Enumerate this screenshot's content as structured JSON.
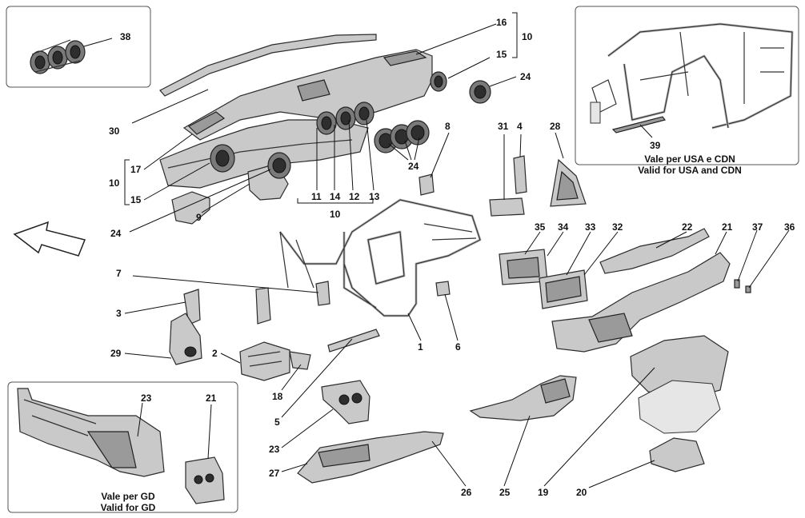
{
  "labels": {
    "n1": "1",
    "n2": "2",
    "n3": "3",
    "n4": "4",
    "n5": "5",
    "n6": "6",
    "n7": "7",
    "n8": "8",
    "n9": "9",
    "n10a": "10",
    "n10b": "10",
    "n10c": "10",
    "n11": "11",
    "n12": "12",
    "n13": "13",
    "n14": "14",
    "n15a": "15",
    "n15b": "15",
    "n16": "16",
    "n17": "17",
    "n18": "18",
    "n19": "19",
    "n20": "20",
    "n21a": "21",
    "n21b": "21",
    "n22": "22",
    "n23a": "23",
    "n23b": "23",
    "n24a": "24",
    "n24b": "24",
    "n24c": "24",
    "n25": "25",
    "n26": "26",
    "n27": "27",
    "n28": "28",
    "n29": "29",
    "n30": "30",
    "n31": "31",
    "n32": "32",
    "n33": "33",
    "n34": "34",
    "n35": "35",
    "n36": "36",
    "n37": "37",
    "n38": "38",
    "n39": "39"
  },
  "captions": {
    "usa_line1": "Vale per USA e CDN",
    "usa_line2": "Valid for USA and CDN",
    "gd_line1": "Vale per GD",
    "gd_line2": "Valid for GD"
  },
  "icons": {
    "direction": "direction-arrow-icon"
  }
}
